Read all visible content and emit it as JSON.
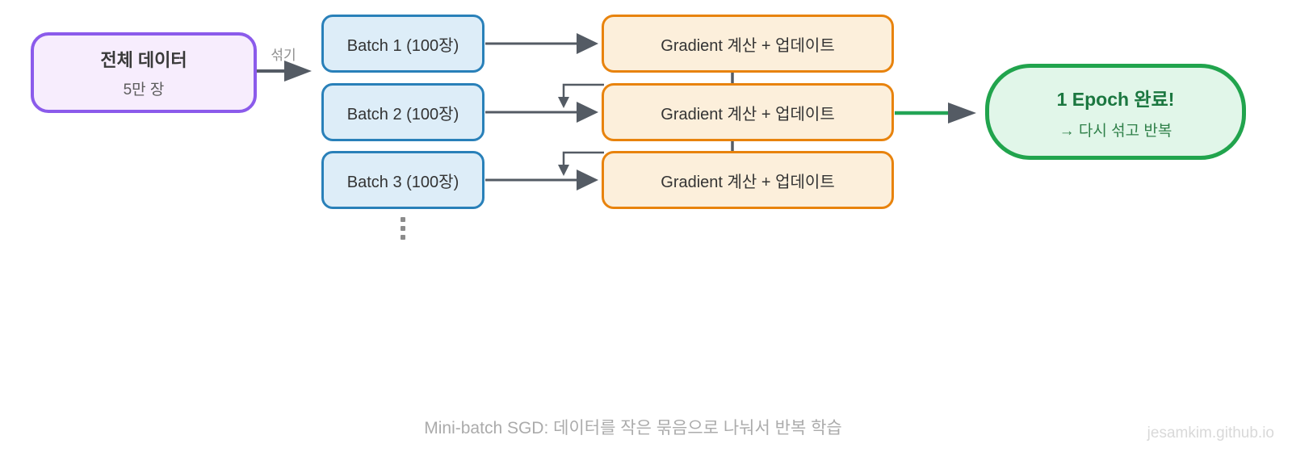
{
  "diagram": {
    "dataset_box": {
      "title": "전체 데이터",
      "subtitle": "5만 장"
    },
    "shuffle_label": "섞기",
    "batches": [
      {
        "label": "Batch 1 (100장)"
      },
      {
        "label": "Batch 2 (100장)"
      },
      {
        "label": "Batch 3 (100장)"
      }
    ],
    "gradient_boxes": [
      {
        "label": "Gradient 계산 + 업데이트"
      },
      {
        "label": "Gradient 계산 + 업데이트"
      },
      {
        "label": "Gradient 계산 + 업데이트"
      }
    ],
    "epoch_box": {
      "title": "1 Epoch 완료!",
      "subtitle": "→ 다시 섞고 반복"
    }
  },
  "footer": {
    "caption": "Mini-batch SGD: 데이터를 작은 묶음으로 나눠서 반복 학습",
    "watermark": "jesamkim.github.io"
  },
  "colors": {
    "purple_border": "#8B5BEB",
    "purple_fill": "#F7EDFD",
    "blue_border": "#2980B9",
    "blue_fill": "#DDEDF8",
    "orange_border": "#E8830D",
    "orange_fill": "#FCEFDB",
    "green_border": "#21A44D",
    "green_fill": "#E1F6E9",
    "green_title_text": "#1B7740",
    "green_subtitle_text": "#2F8049",
    "box_text": "#333333",
    "arrow": "#545B64",
    "green_arrow_line": "#23A455",
    "shuffle_label_text": "#8F8F8F",
    "caption_text": "#ABABAB",
    "watermark_text": "#D9D9D9"
  }
}
